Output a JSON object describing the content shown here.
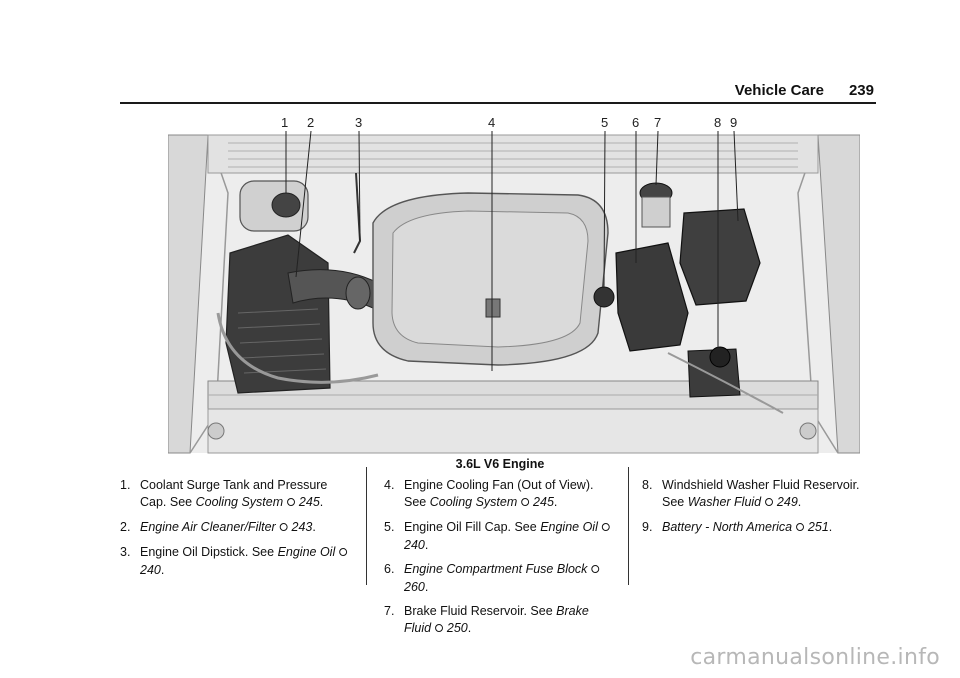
{
  "header": {
    "section_title": "Vehicle Care",
    "page_number": "239"
  },
  "figure": {
    "callouts": [
      "1",
      "2",
      "3",
      "4",
      "5",
      "6",
      "7",
      "8",
      "9"
    ],
    "caption": "3.6L V6 Engine"
  },
  "xref_symbol": "⭘",
  "items": [
    {
      "num": "1.",
      "text": "Coolant Surge Tank and Pressure Cap. See ",
      "ref": "Cooling System",
      "page": "245",
      "end": "."
    },
    {
      "num": "2.",
      "text": "",
      "ref": "Engine Air Cleaner/Filter",
      "page": "243",
      "end": "."
    },
    {
      "num": "3.",
      "text": "Engine Oil Dipstick. See ",
      "ref": "Engine Oil",
      "page": "240",
      "end": "."
    },
    {
      "num": "4.",
      "text": "Engine Cooling Fan (Out of View). See ",
      "ref": "Cooling System",
      "page": "245",
      "end": "."
    },
    {
      "num": "5.",
      "text": "Engine Oil Fill Cap. See ",
      "ref": "Engine Oil",
      "page": "240",
      "end": "."
    },
    {
      "num": "6.",
      "text": "",
      "ref": "Engine Compartment Fuse Block",
      "page": "260",
      "end": "."
    },
    {
      "num": "7.",
      "text": "Brake Fluid Reservoir. See ",
      "ref": "Brake Fluid",
      "page": "250",
      "end": "."
    },
    {
      "num": "8.",
      "text": "Windshield Washer Fluid Reservoir. See ",
      "ref": "Washer Fluid",
      "page": "249",
      "end": "."
    },
    {
      "num": "9.",
      "text": "",
      "ref": "Battery - North America",
      "page": "251",
      "end": "."
    }
  ],
  "watermark": "carmanualsonline.info"
}
